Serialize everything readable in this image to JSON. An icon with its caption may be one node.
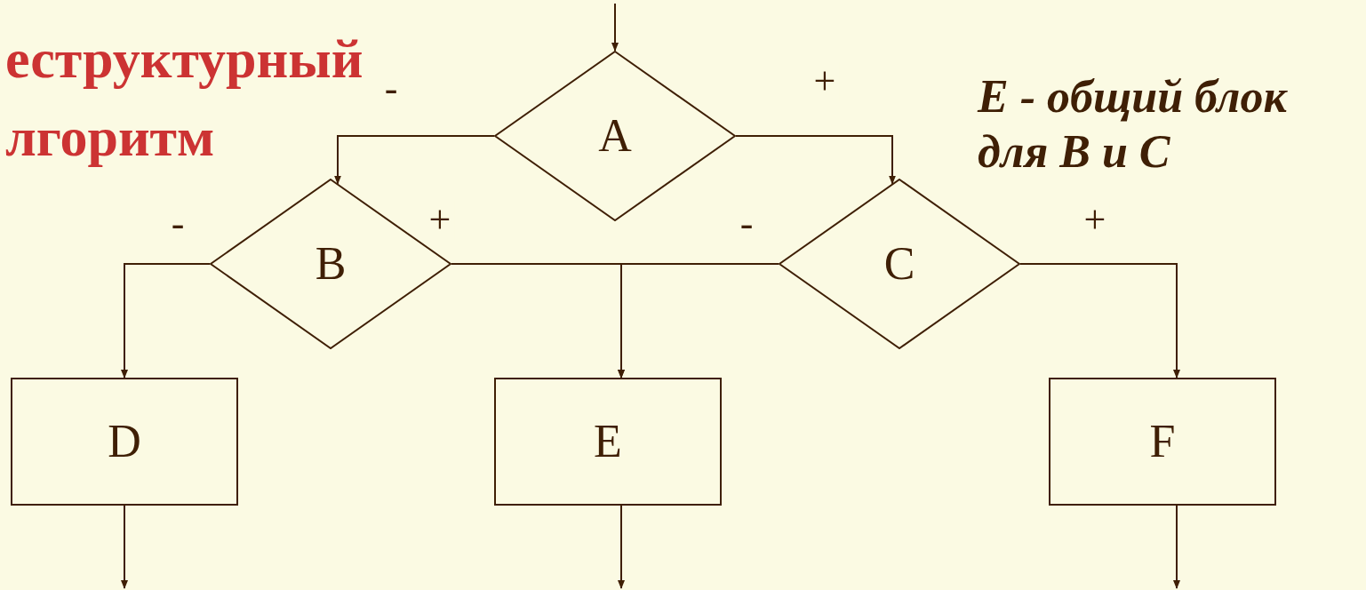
{
  "diagram": {
    "title": "еструктурный лгоритм",
    "nodes": [
      {
        "text": [
          "A"
        ]
      },
      {
        "text": [
          "B"
        ]
      },
      {
        "text": [
          "C"
        ]
      },
      {
        "text": [
          "D"
        ]
      },
      {
        "text": [
          "E"
        ]
      },
      {
        "text": [
          "F"
        ]
      }
    ],
    "edges": [
      {
        "from": null,
        "to": 0,
        "arrow": "to"
      },
      {
        "from": 0,
        "to": 1,
        "arrow": "to",
        "label": "-"
      },
      {
        "from": 0,
        "to": 2,
        "arrow": "to",
        "label": "+"
      },
      {
        "from": 1,
        "to": 3,
        "arrow": "to",
        "label": "-"
      },
      {
        "from": 1,
        "to": 4,
        "arrow": "to",
        "label": "+"
      },
      {
        "from": 2,
        "to": 4,
        "arrow": "to",
        "label": "-"
      },
      {
        "from": 2,
        "to": 5,
        "arrow": "to",
        "label": "+"
      },
      {
        "from": 3,
        "to": null,
        "arrow": "to"
      },
      {
        "from": 4,
        "to": null,
        "arrow": "to"
      },
      {
        "from": 5,
        "to": null,
        "arrow": "to"
      }
    ],
    "labels": [
      "E - общий блок для B и C"
    ]
  }
}
